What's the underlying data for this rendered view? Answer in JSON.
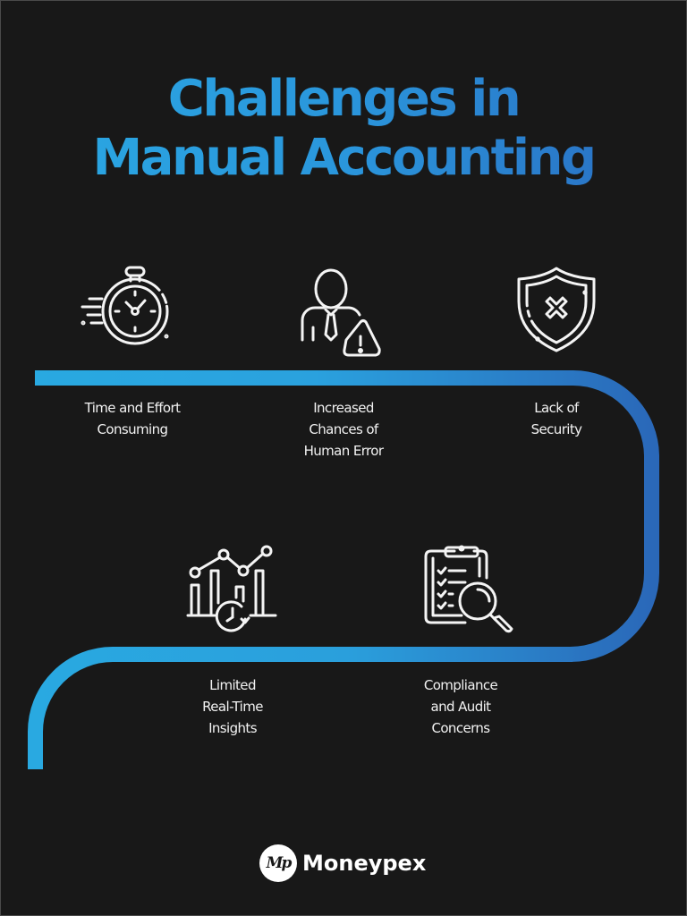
{
  "title": {
    "line1": "Challenges in",
    "line2": "Manual Accounting"
  },
  "colors": {
    "background": "#181818",
    "path_start": "#29a9e1",
    "path_end": "#2a67b8",
    "title_start": "#2aa9e3",
    "title_end": "#2a6bc0",
    "text": "#f2f2f2"
  },
  "challenges": [
    {
      "icon": "stopwatch-icon",
      "lines": [
        "Time and Effort",
        "Consuming"
      ]
    },
    {
      "icon": "person-warning-icon",
      "lines": [
        "Increased",
        "Chances of",
        "Human Error"
      ]
    },
    {
      "icon": "shield-x-icon",
      "lines": [
        "Lack of",
        "Security"
      ]
    },
    {
      "icon": "chart-clock-icon",
      "lines": [
        "Limited",
        "Real-Time",
        "Insights"
      ]
    },
    {
      "icon": "clipboard-search-icon",
      "lines": [
        "Compliance",
        "and Audit",
        "Concerns"
      ]
    }
  ],
  "brand": {
    "logo_text": "Mp",
    "name": "Moneypex"
  }
}
